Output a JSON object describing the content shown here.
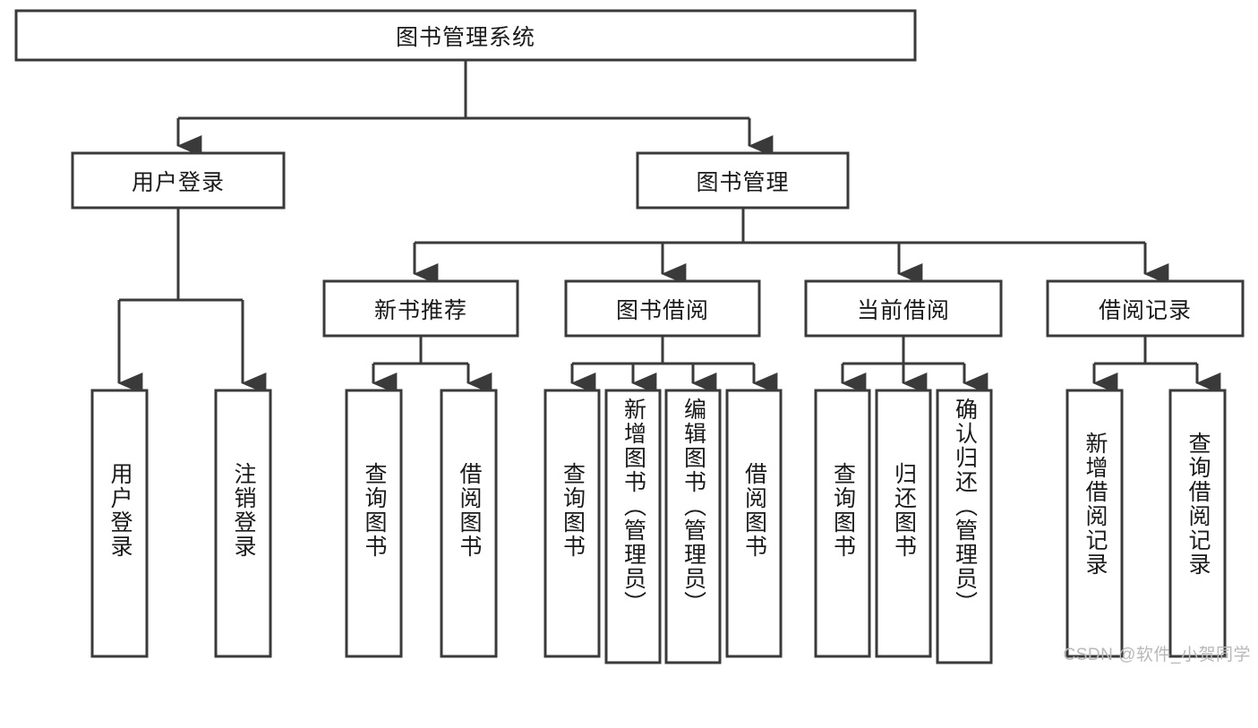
{
  "diagram": {
    "type": "tree",
    "title": "图书管理系统",
    "watermark": "CSDN @软件_小贺同学",
    "colors": {
      "box_stroke": "#3a3a3a",
      "box_fill": "#ffffff",
      "text": "#1a1a1a",
      "edge": "#3a3a3a",
      "watermark": "#b8b8b8",
      "background": "#ffffff"
    },
    "root": {
      "label": "图书管理系统"
    },
    "level2": [
      {
        "label": "用户登录"
      },
      {
        "label": "图书管理"
      }
    ],
    "level3": [
      {
        "label": "新书推荐"
      },
      {
        "label": "图书借阅"
      },
      {
        "label": "当前借阅"
      },
      {
        "label": "借阅记录"
      }
    ],
    "leaves": {
      "user_login": [
        {
          "label": "用户登录"
        },
        {
          "label": "注销登录"
        }
      ],
      "new_book_recommend": [
        {
          "label": "查询图书"
        },
        {
          "label": "借阅图书"
        }
      ],
      "book_borrow": [
        {
          "label": "查询图书"
        },
        {
          "label": "新增图书（管理员）"
        },
        {
          "label": "编辑图书（管理员）"
        },
        {
          "label": "借阅图书"
        }
      ],
      "current_borrow": [
        {
          "label": "查询图书"
        },
        {
          "label": "归还图书"
        },
        {
          "label": "确认归还（管理员）"
        }
      ],
      "borrow_record": [
        {
          "label": "新增借阅记录"
        },
        {
          "label": "查询借阅记录"
        }
      ]
    }
  }
}
